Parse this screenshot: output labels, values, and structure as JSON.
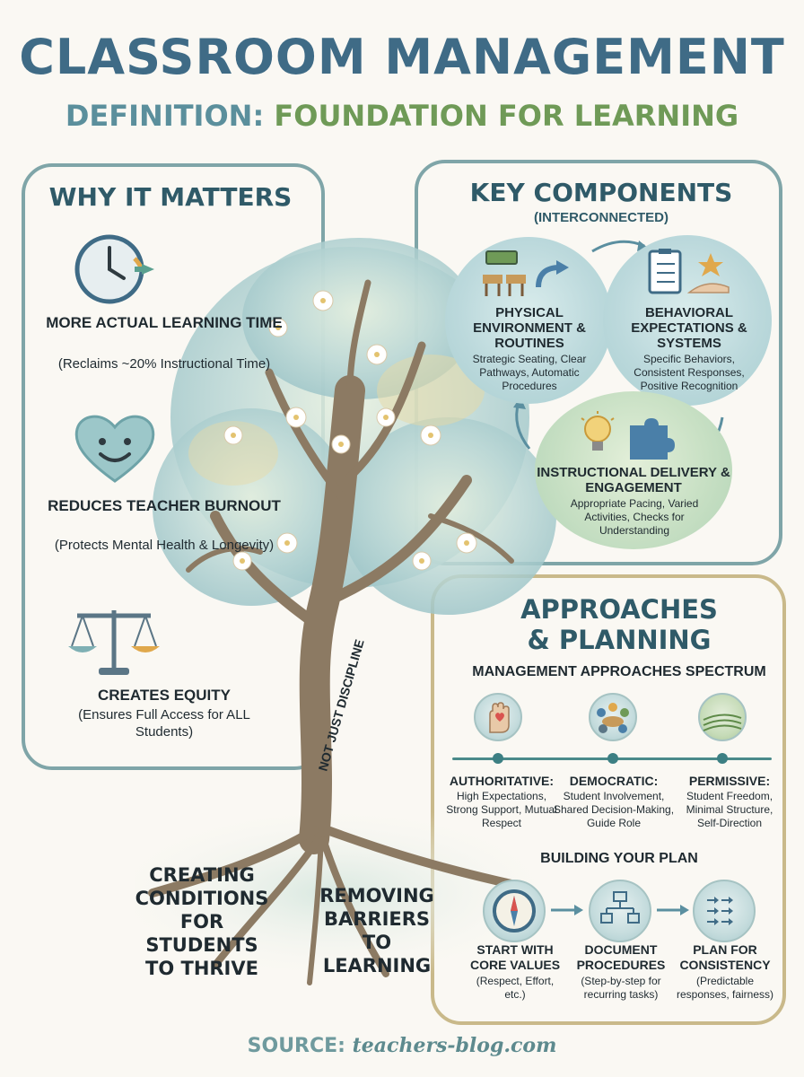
{
  "title": "CLASSROOM MANAGEMENT",
  "subtitle": {
    "prefix": "DEFINITION:",
    "highlight": "FOUNDATION FOR LEARNING"
  },
  "why": {
    "heading": "WHY IT MATTERS",
    "items": [
      {
        "icon": "clock-arrow-icon",
        "title": "MORE ACTUAL LEARNING TIME",
        "detail": "(Reclaims ~20% Instructional Time)"
      },
      {
        "icon": "smiling-heart-icon",
        "title": "REDUCES TEACHER BURNOUT",
        "detail": "(Protects Mental Health & Longevity)"
      },
      {
        "icon": "scales-icon",
        "title": "CREATES EQUITY",
        "detail": "(Ensures Full Access for ALL Students)"
      }
    ]
  },
  "tree": {
    "trunk_label": "NOT JUST DISCIPLINE",
    "root_left": "CREATING CONDITIONS FOR STUDENTS TO THRIVE",
    "root_right": "REMOVING BARRIERS TO LEARNING"
  },
  "key": {
    "heading": "KEY COMPONENTS",
    "subheading": "(INTERCONNECTED)",
    "components": [
      {
        "icon": "classroom-desks-icon",
        "title": "PHYSICAL ENVIRONMENT & ROUTINES",
        "detail": "Strategic Seating, Clear Pathways, Automatic Procedures"
      },
      {
        "icon": "checklist-star-icon",
        "title": "BEHAVIORAL EXPECTATIONS & SYSTEMS",
        "detail": "Specific Behaviors, Consistent Responses, Positive Recognition"
      },
      {
        "icon": "lightbulb-puzzle-icon",
        "title": "INSTRUCTIONAL DELIVERY & ENGAGEMENT",
        "detail": "Appropriate Pacing, Varied Activities, Checks for Understanding"
      }
    ]
  },
  "approaches": {
    "heading_line1": "APPROACHES",
    "heading_line2": "& PLANNING",
    "spectrum_heading": "MANAGEMENT APPROACHES SPECTRUM",
    "spectrum": [
      {
        "icon": "hand-heart-icon",
        "title": "AUTHORITATIVE:",
        "detail": "High Expectations, Strong Support, Mutual Respect"
      },
      {
        "icon": "group-table-icon",
        "title": "DEMOCRATIC:",
        "detail": "Student Involvement, Shared Decision-Making, Guide Role"
      },
      {
        "icon": "open-field-icon",
        "title": "PERMISSIVE:",
        "detail": "Student Freedom, Minimal Structure, Self-Direction"
      }
    ],
    "plan_heading": "BUILDING YOUR PLAN",
    "plan": [
      {
        "icon": "compass-icon",
        "title": "START WITH CORE VALUES",
        "detail": "(Respect, Effort, etc.)"
      },
      {
        "icon": "flowchart-icon",
        "title": "DOCUMENT PROCEDURES",
        "detail": "(Step-by-step for recurring tasks)"
      },
      {
        "icon": "arrows-grid-icon",
        "title": "PLAN FOR CONSISTENCY",
        "detail": "(Predictable responses, fairness)"
      }
    ]
  },
  "source": {
    "label": "SOURCE:",
    "url": "teachers-blog.com"
  },
  "colors": {
    "title": "#3f6b86",
    "accent_green": "#6f9a57",
    "panel_border": "#7fa5a8"
  }
}
